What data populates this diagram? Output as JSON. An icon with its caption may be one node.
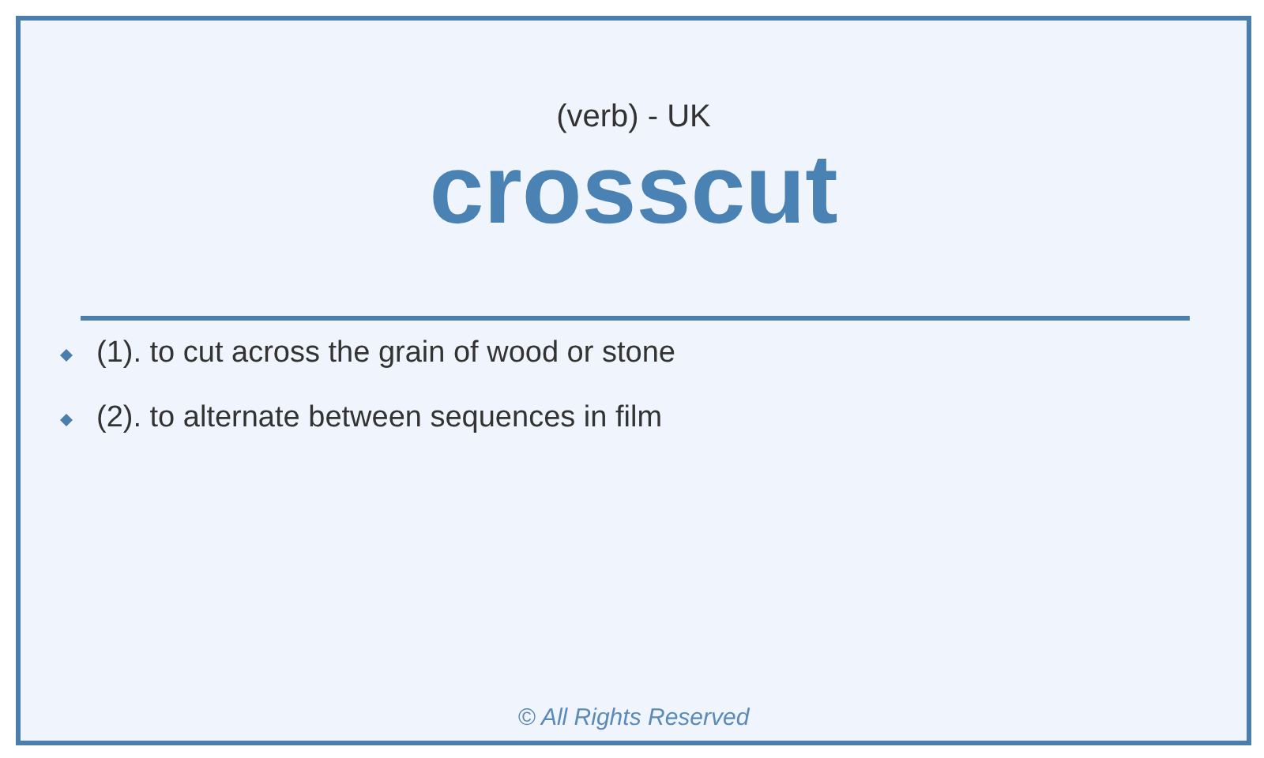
{
  "diagram": {
    "title": "crosscut",
    "labels": [
      "(verb) - UK",
      "(1). to cut across the grain of wood or stone",
      "(2). to alternate between sequences in film",
      "© All Rights Reserved"
    ]
  }
}
